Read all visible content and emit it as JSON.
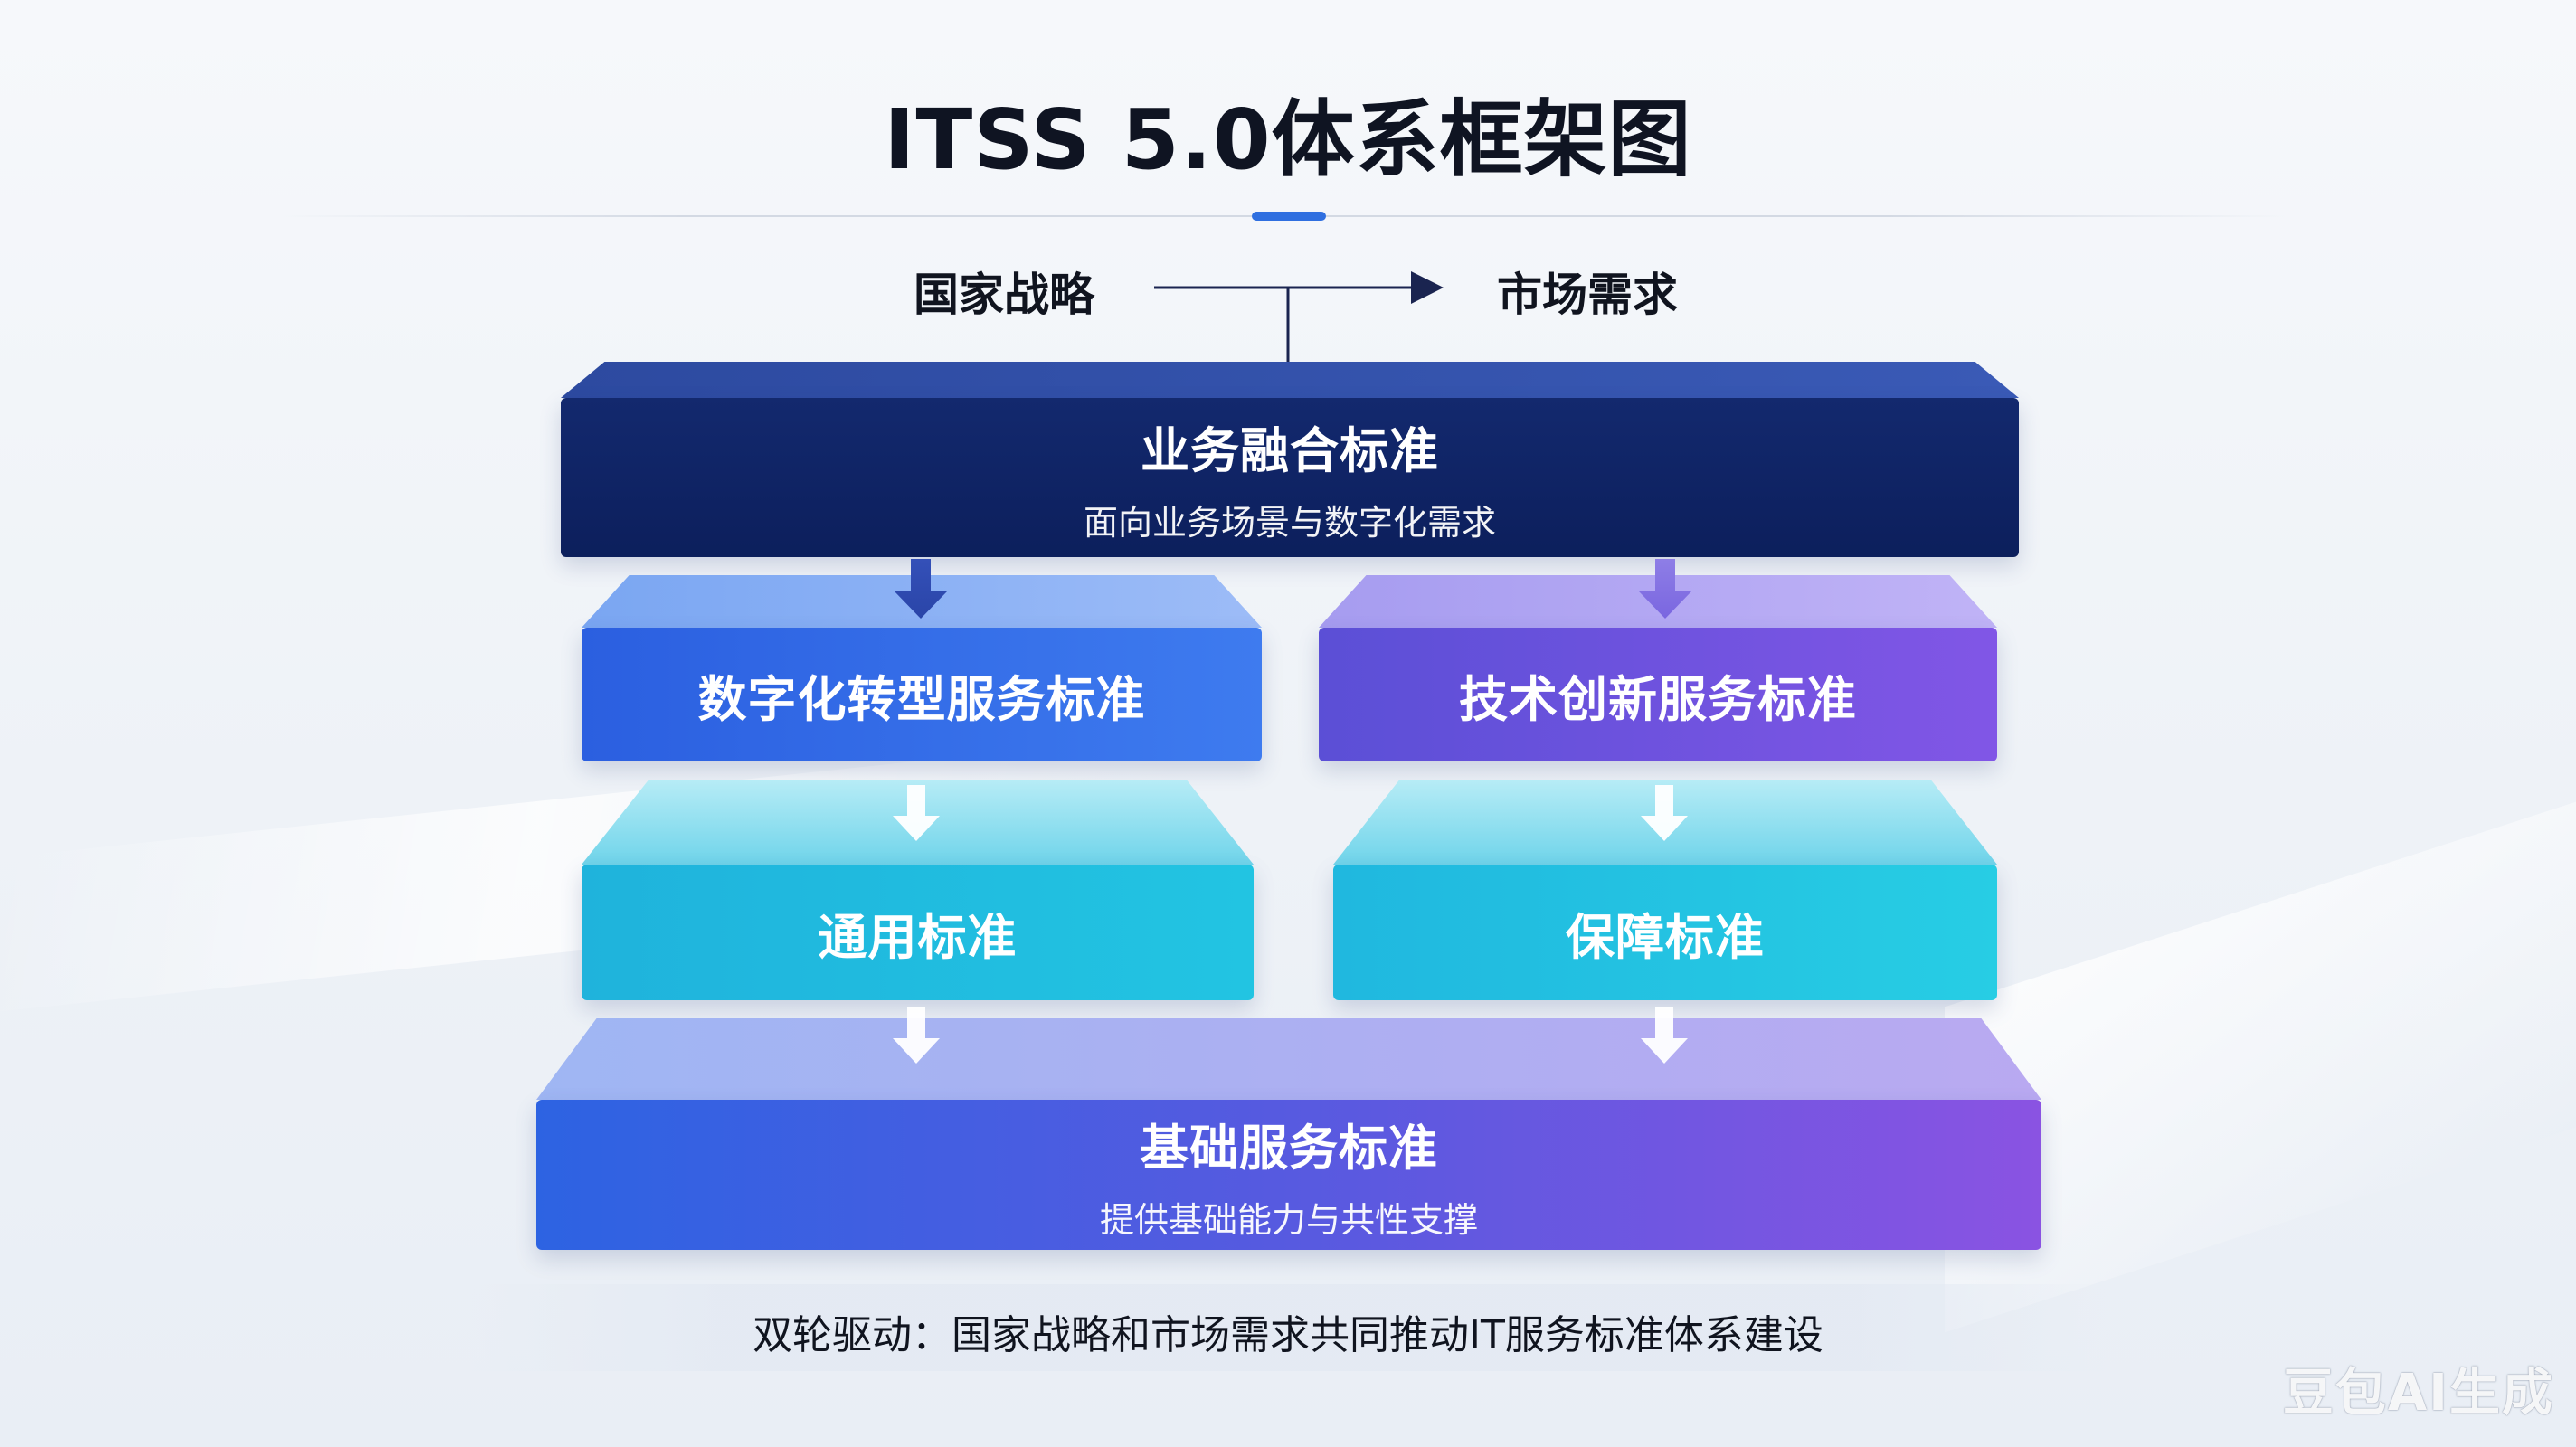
{
  "title": "ITSS 5.0体系框架图",
  "drivers": {
    "left": "国家战略",
    "right": "市场需求"
  },
  "layers": {
    "business": {
      "label": "业务融合标准",
      "sub": "面向业务场景与数字化需求"
    },
    "digital": {
      "label": "数字化转型服务标准"
    },
    "tech": {
      "label": "技术创新服务标准"
    },
    "general": {
      "label": "通用标准"
    },
    "guarantee": {
      "label": "保障标准"
    },
    "basic": {
      "label": "基础服务标准",
      "sub": "提供基础能力与共性支撑"
    }
  },
  "footer": "双轮驱动：国家战略和市场需求共同推动IT服务标准体系建设",
  "watermark": "豆包AI生成",
  "colors": {
    "accent": "#2f6fe0",
    "business": "#13296e",
    "digital": "#3069e6",
    "tech": "#6a52de",
    "general": "#1fbbe0",
    "basic_start": "#2d63e2",
    "basic_end": "#8a53e2"
  }
}
